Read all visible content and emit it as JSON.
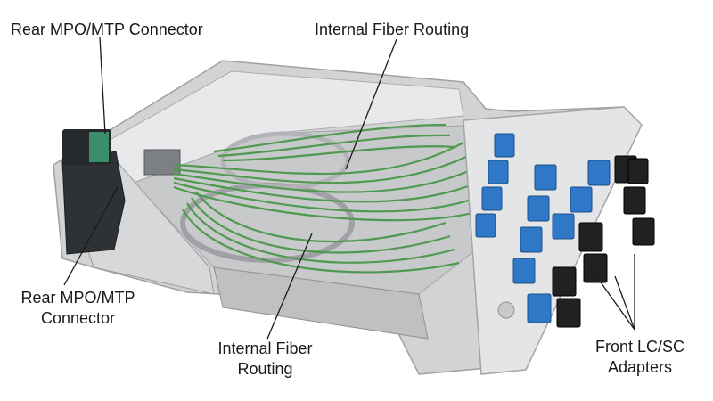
{
  "labels": {
    "rear_top": "Rear MPO/MTP Connector",
    "internal_top": "Internal Fiber Routing",
    "rear_bottom": "Rear MPO/MTP\nConnector",
    "internal_bottom": "Internal Fiber\nRouting",
    "front_adapters": "Front LC/SC\nAdapters"
  },
  "colors": {
    "tray_body": "#d9dadb",
    "tray_dark": "#2b2e31",
    "fiber": "#4f9a4f",
    "adapter_blue": "#2f78c8",
    "adapter_black": "#1f2123",
    "faceplate": "#e4e5e6"
  }
}
